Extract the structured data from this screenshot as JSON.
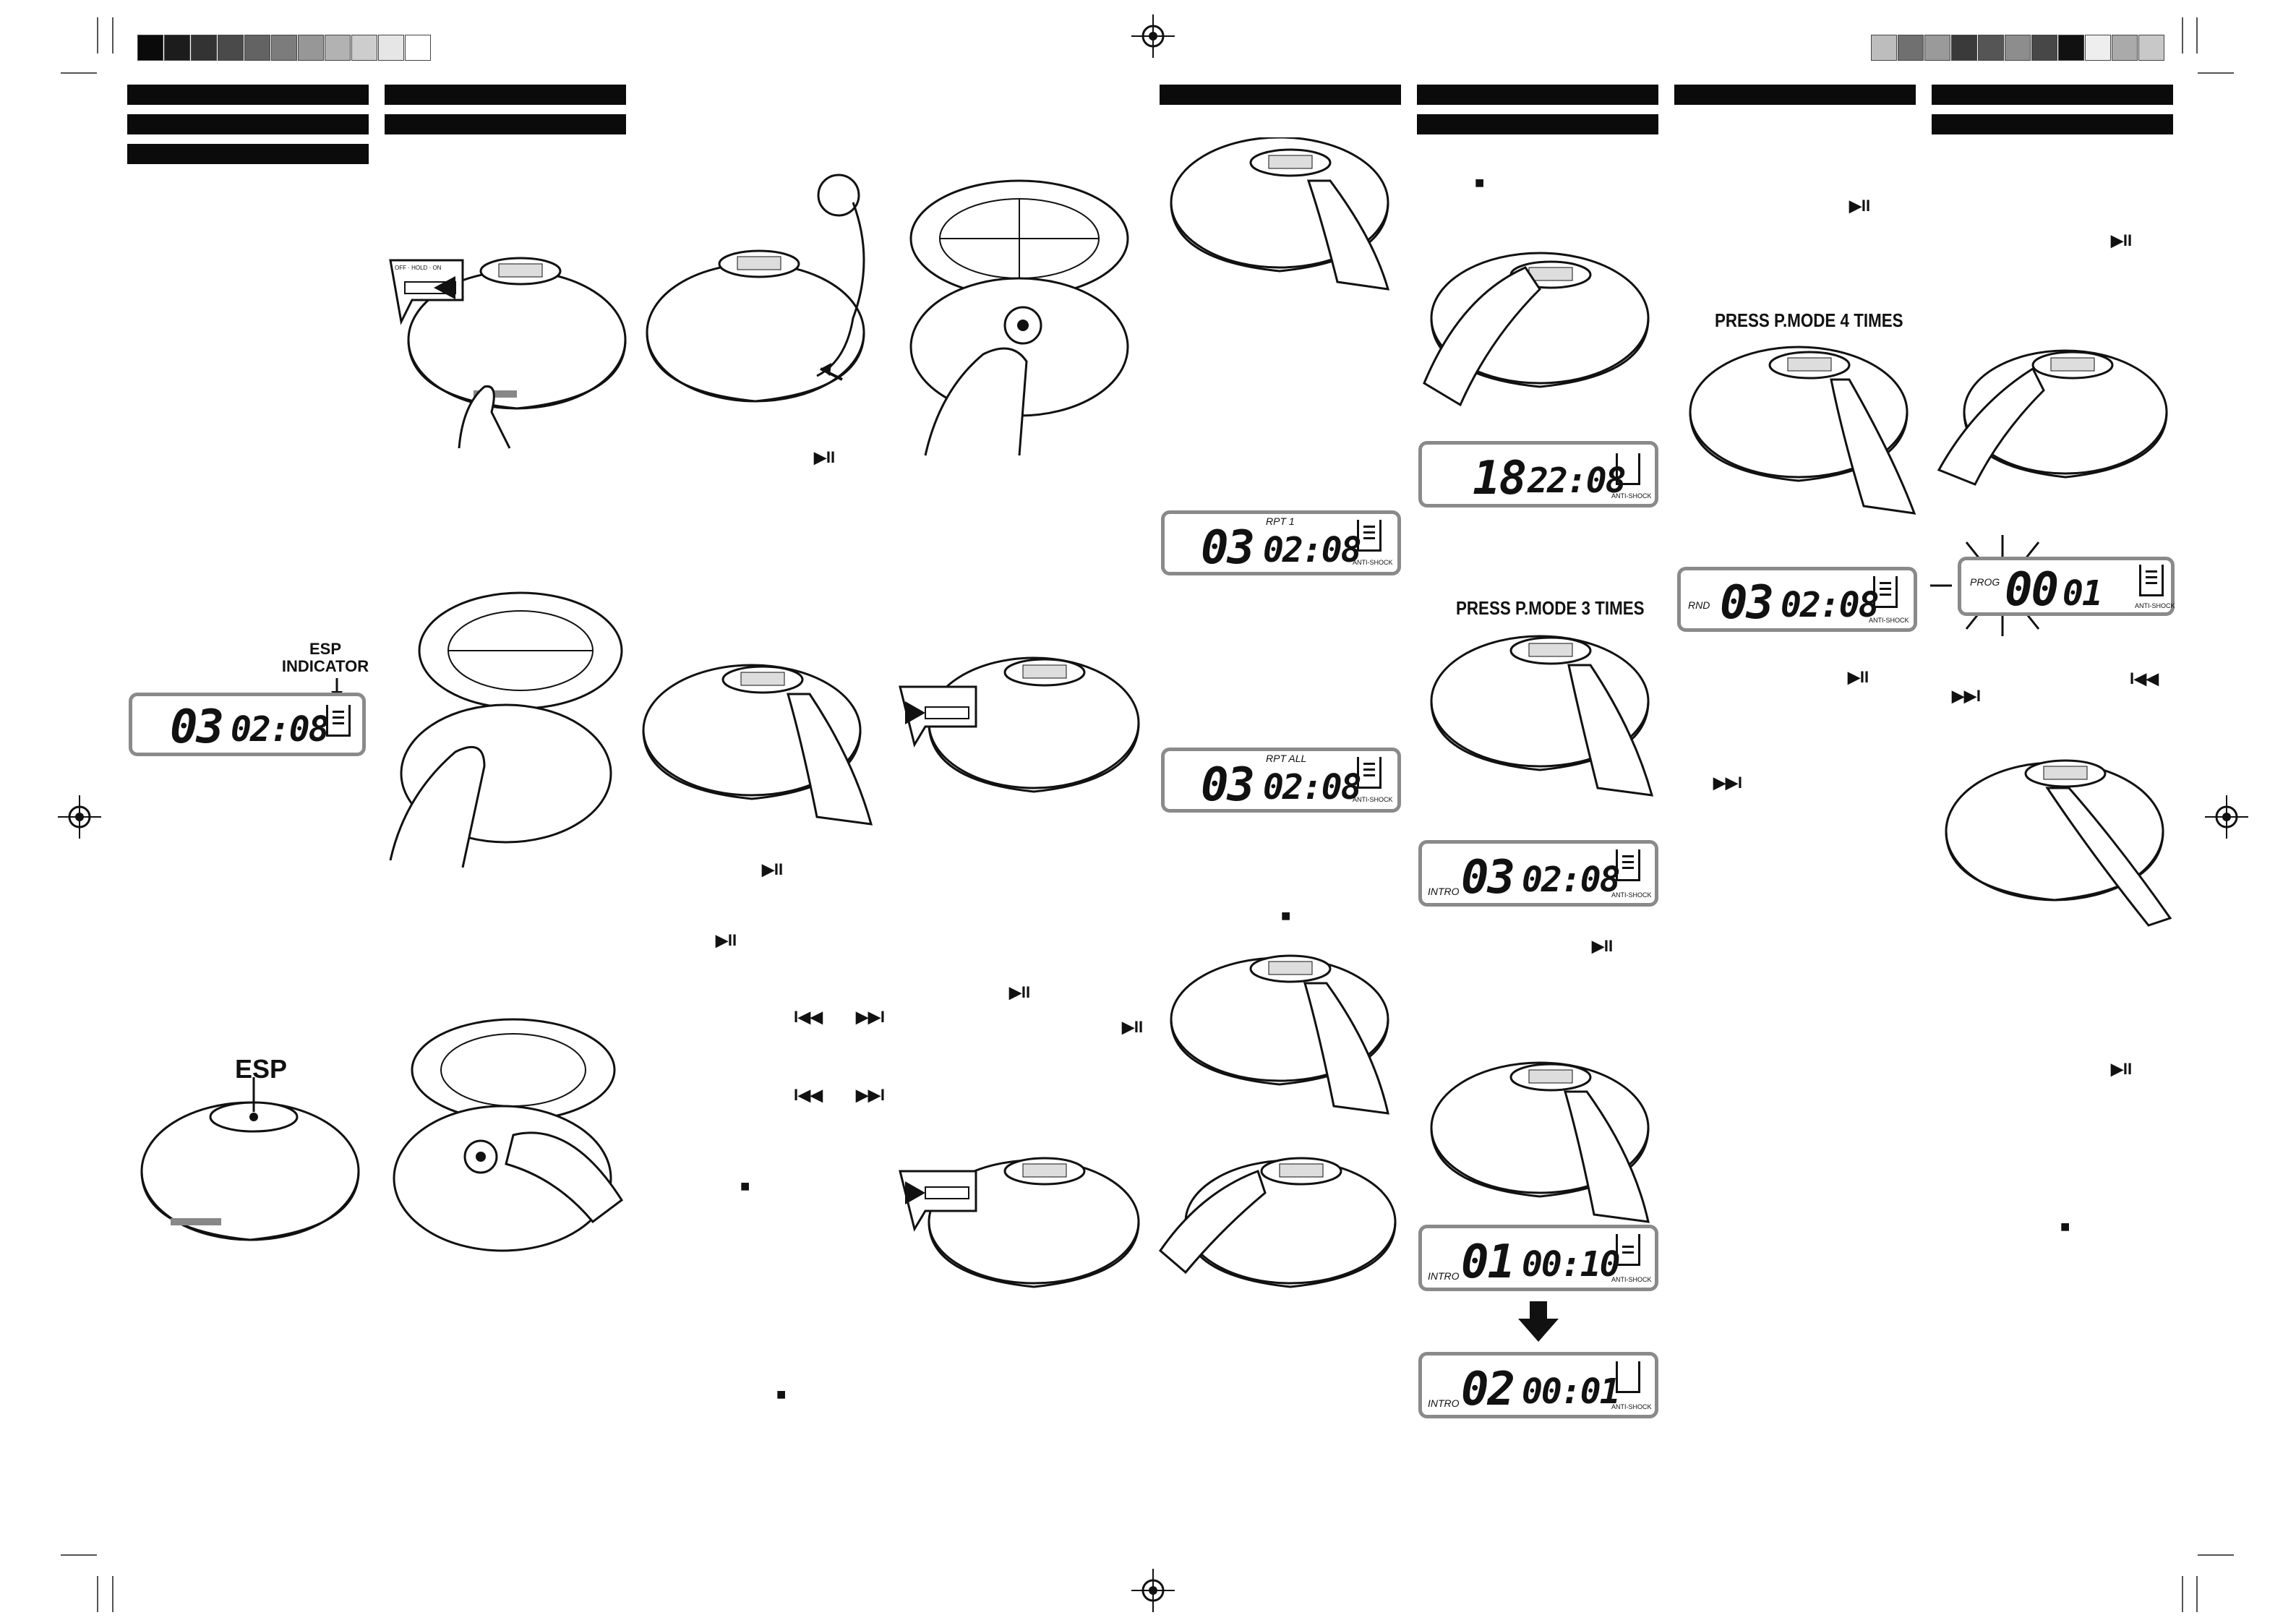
{
  "labels": {
    "esp_indicator_line1": "ESP",
    "esp_indicator_line2": "INDICATOR",
    "esp_button": "ESP",
    "press_pmode_3": "PRESS P.MODE 3 TIMES",
    "press_pmode_4": "PRESS P.MODE 4 TIMES"
  },
  "symbols": {
    "play_pause": "▶II",
    "stop": "■",
    "prev": "I◀◀",
    "next": "▶▶I",
    "arrow_down": "⬇"
  },
  "hold_switch": {
    "off": "OFF",
    "hold": "HOLD",
    "on": "ON"
  },
  "lcd_esp": {
    "track": "03",
    "time": "02:08"
  },
  "lcd_rpt1": {
    "mode": "RPT  1",
    "track": "03",
    "time": "02:08",
    "anti": "ANTI-SHOCK"
  },
  "lcd_rptall": {
    "mode": "RPT    ALL",
    "track": "03",
    "time": "02:08",
    "anti": "ANTI-SHOCK"
  },
  "lcd_total": {
    "track": "18",
    "time": "22:08",
    "anti": "ANTI-SHOCK"
  },
  "lcd_intro": {
    "mode": "INTRO",
    "track": "03",
    "time": "02:08",
    "anti": "ANTI-SHOCK"
  },
  "lcd_intro2": {
    "mode": "INTRO",
    "track": "01",
    "time": "00:10",
    "anti": "ANTI-SHOCK"
  },
  "lcd_intro3": {
    "mode": "INTRO",
    "track": "02",
    "time": "00:01",
    "anti": "ANTI-SHOCK"
  },
  "lcd_rnd": {
    "mode": "RND",
    "track": "03",
    "time": "02:08",
    "anti": "ANTI-SHOCK"
  },
  "lcd_prog": {
    "mode": "PROG",
    "track": "00",
    "time": "01",
    "anti": "ANTI-SHOCK"
  }
}
